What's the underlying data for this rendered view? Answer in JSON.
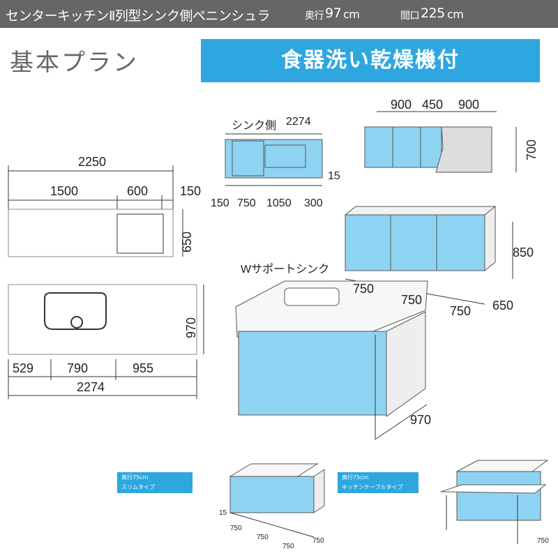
{
  "header": {
    "title": "センターキッチンⅡ列型シンク側ペニンシュラ",
    "depth_label": "奥行",
    "depth_value": "97",
    "depth_unit": "cm",
    "width_label": "間口",
    "width_value": "225",
    "width_unit": "cm"
  },
  "plan_title": "基本プラン",
  "option_banner": "食器洗い乾燥機付",
  "stove_plan": {
    "total": "2250",
    "seg1": "1500",
    "seg2": "600",
    "seg3": "150",
    "depth": "650"
  },
  "sink_plan": {
    "depth": "970",
    "seg1": "529",
    "seg2": "790",
    "seg3": "955",
    "total": "2274"
  },
  "sink_front": {
    "label": "シンク側",
    "total": "2274",
    "gap": "15",
    "seg1": "150",
    "seg2": "750",
    "seg3": "1050",
    "seg4": "300"
  },
  "wall_cabinet": {
    "w1": "900",
    "w2": "450",
    "w3": "900",
    "height": "700"
  },
  "stove_cabinet": {
    "height": "850",
    "w1": "750",
    "w2": "750",
    "w3": "750",
    "depth": "650"
  },
  "island": {
    "sink_label": "Wサポートシンク",
    "depth": "970"
  },
  "variant_slim": {
    "label_line1": "奥行75cm",
    "label_line2": "スリムタイプ",
    "gap": "15",
    "w1": "750",
    "w2": "750",
    "w3": "750",
    "depth": "750"
  },
  "variant_table": {
    "label_line1": "奥行75cm",
    "label_line2": "キッチンテーブルタイプ",
    "depth": "750"
  },
  "colors": {
    "header_bg": "#666666",
    "banner": "#2ea7e0",
    "cabinet_blue": "#8fd3f2",
    "line": "#333333"
  }
}
